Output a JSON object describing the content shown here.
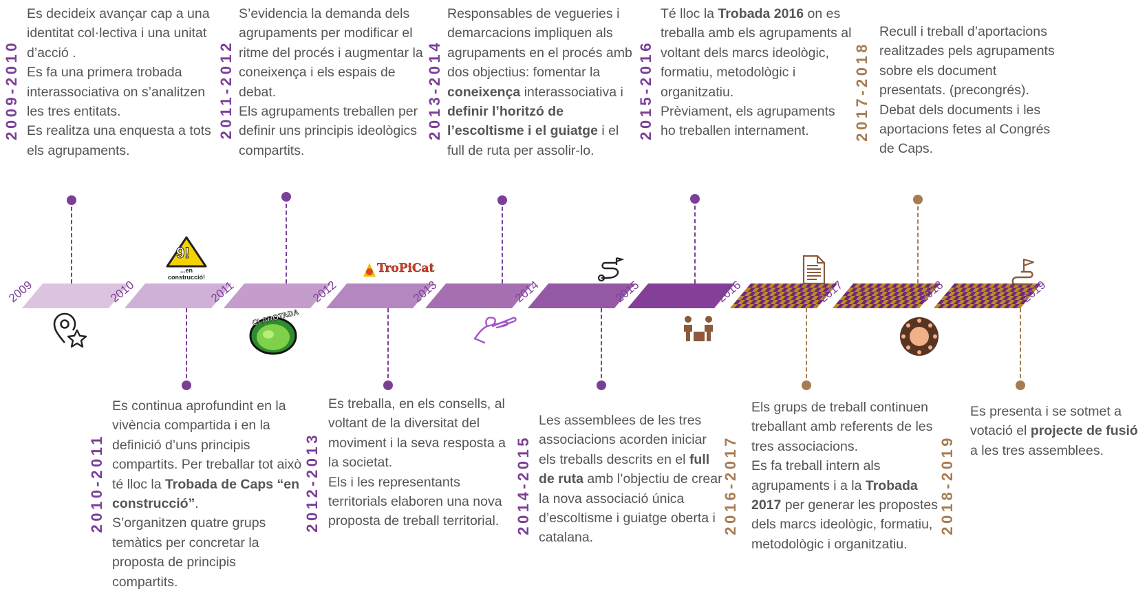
{
  "years": [
    "2009",
    "2010",
    "2011",
    "2012",
    "2013",
    "2014",
    "2015",
    "2016",
    "2017",
    "2018",
    "2019"
  ],
  "periods": {
    "p1": {
      "range": "2009-2010",
      "lines": [
        "Es decideix avançar cap a una identitat col·lectiva i una unitat d’acció .",
        "Es fa una primera trobada interassociativa on s’analitzen les tres entitats.",
        "Es realitza una enquesta a tots els agrupaments."
      ]
    },
    "p2": {
      "range": "2010-2011",
      "l1": "Es continua aprofundint en la vivència compartida i en la definició d’uns principis compartits. Per treballar tot això té lloc la ",
      "l1b": "Trobada de Caps “en construcció”",
      "l1c": ".",
      "l2": "S’organitzen quatre grups temàtics per concretar la proposta de principis compartits."
    },
    "p3": {
      "range": "2011-2012",
      "lines": [
        "S’evidencia la demanda dels agrupaments per modificar el ritme del procés i augmentar la coneixença i els espais de debat.",
        "Els agrupaments treballen per definir uns principis ideològics compartits."
      ]
    },
    "p4": {
      "range": "2012-2013",
      "lines": [
        "Es treballa, en els consells, al voltant de la diversitat del moviment i la seva resposta a la societat.",
        "Els i les representants territorials elaboren una nova proposta de treball territorial."
      ]
    },
    "p5": {
      "range": "2013-2014",
      "a": "Responsables de vegueries i demarcacions impliquen als agrupaments en el procés amb dos objectius: fomentar la ",
      "b": "coneixença",
      "c": " interassociativa i ",
      "d": "definir l’horitzó de l’escoltisme i el guiatge",
      "e": " i el full de ruta per assolir-lo."
    },
    "p6": {
      "range": "2014-2015",
      "a": "Les assemblees de les tres associacions acorden iniciar els treballs descrits en el ",
      "b": "full de ruta",
      "c": " amb l’objectiu de crear la nova associació única d’escoltisme i guiatge oberta i catalana."
    },
    "p7": {
      "range": "2015-2016",
      "a": "Té lloc la ",
      "b": "Trobada 2016",
      "c": " on es treballa amb els agrupaments al voltant dels marcs ideològic, formatiu, metodològic i organitzatiu.",
      "d": "Prèviament, els agrupaments ho treballen internament."
    },
    "p8": {
      "range": "2016-2017",
      "a": "Els grups de treball continuen treballant amb referents de les tres associacions.",
      "b": "Es fa treball intern als agrupaments i a la ",
      "c": "Trobada 2017",
      "d": " per generar les propostes dels marcs ideològic, formatiu, metodològic i organitzatiu."
    },
    "p9": {
      "range": "2017-2018",
      "lines": [
        "Recull i treball d’aportacions realitzades pels agrupaments sobre els document presentats. (precongrés).",
        "Debat dels documents i les aportacions fetes al Congrés de Caps."
      ]
    },
    "p10": {
      "range": "2018-2019",
      "a": "Es presenta i se sotmet a votació el ",
      "b": "projecte de fusió",
      "c": " a les tres assemblees."
    }
  },
  "logos": {
    "construccio_top": "9!",
    "construccio_bottom": "...en construcció!",
    "tropicat": "TroPiCat",
    "clarotada": "CLAROTADA"
  },
  "colors": {
    "purple": "#7b3f98",
    "brown": "#a67c52",
    "text": "#555555"
  }
}
